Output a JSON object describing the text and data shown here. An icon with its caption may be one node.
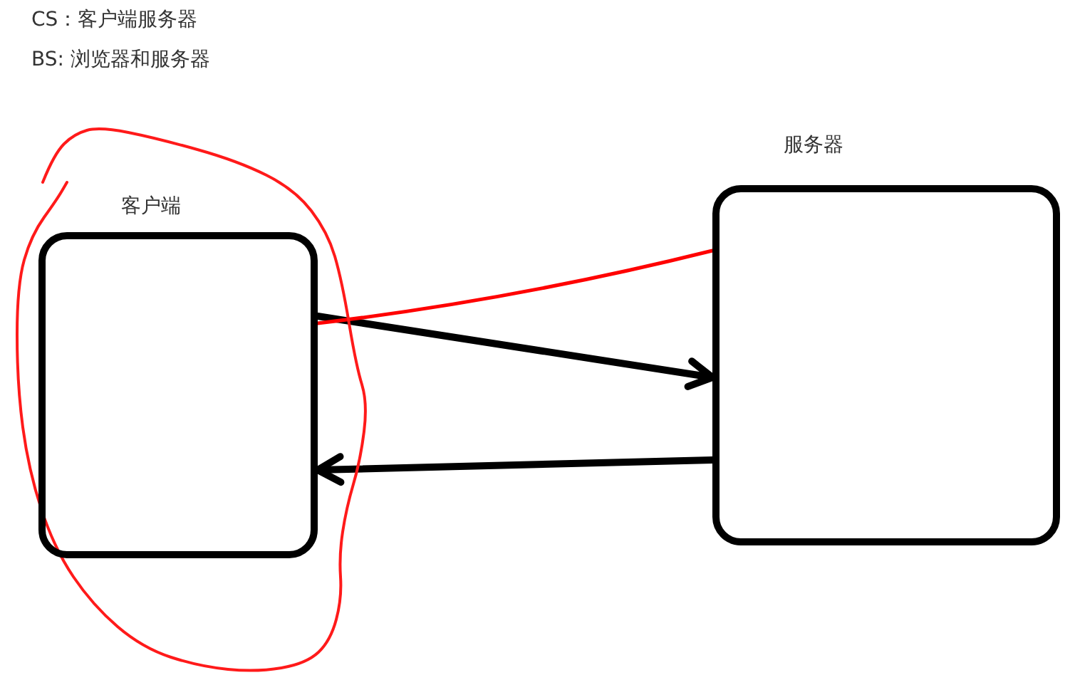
{
  "diagram": {
    "nodes": [
      {
        "text": [
          "客户端"
        ]
      },
      {
        "text": [
          "服务器"
        ]
      }
    ],
    "edges": [
      {
        "from": 0,
        "to": 1,
        "arrow": "to"
      },
      {
        "from": 1,
        "to": 0,
        "arrow": "to"
      },
      {
        "from": 0,
        "to": 1,
        "arrow": "none",
        "color": "#ff0000"
      }
    ],
    "labels": [
      "CS：客户端服务器",
      "BS: 浏览器和服务器"
    ]
  }
}
